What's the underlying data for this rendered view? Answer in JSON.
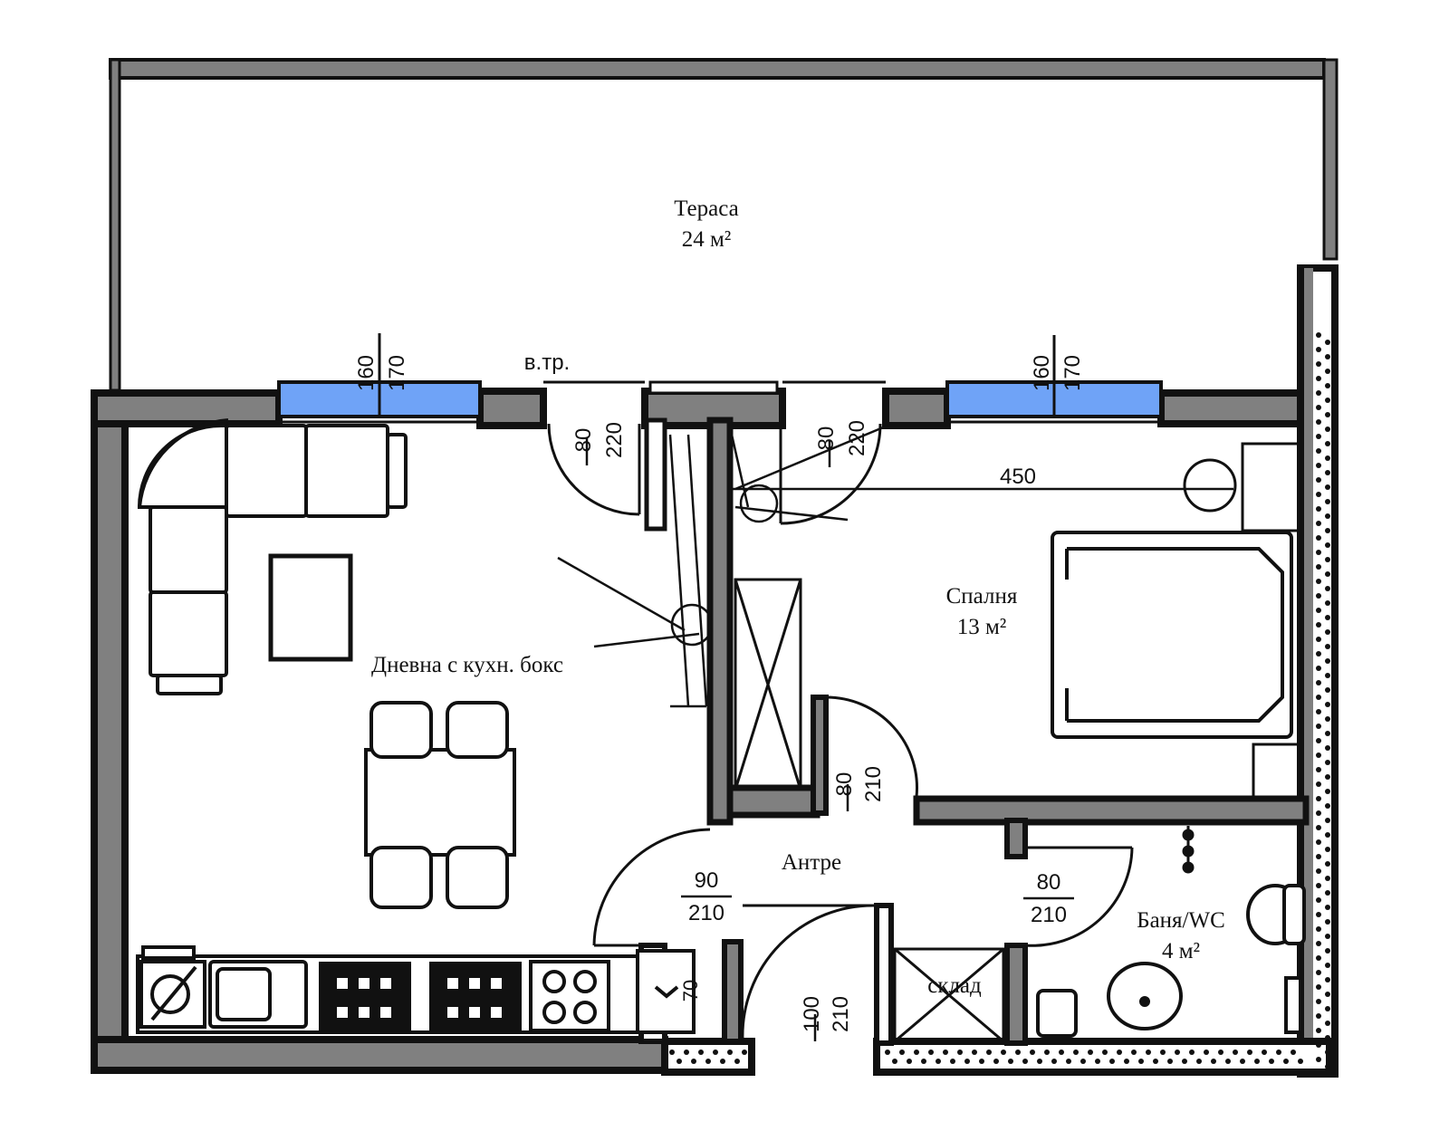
{
  "rooms": {
    "terrace": {
      "name": "Тераса",
      "area": "24 м²"
    },
    "living": {
      "name": "Дневна с кухн. бокс"
    },
    "bedroom": {
      "name": "Спалня",
      "area": "13 м²"
    },
    "hall": {
      "name": "Антре"
    },
    "bath": {
      "name": "Баня/WC",
      "area": "4 м²"
    },
    "storage": {
      "name": "склад"
    }
  },
  "labels": {
    "shaft": "в.тр.",
    "bedroom_width": "450",
    "window_left": {
      "width": "160",
      "height": "170"
    },
    "window_right": {
      "width": "160",
      "height": "170"
    },
    "door_living_terrace": {
      "width": "80",
      "height": "220"
    },
    "door_bedroom_terrace": {
      "width": "80",
      "height": "220"
    },
    "door_bedroom": {
      "width": "80",
      "height": "210"
    },
    "door_living": {
      "width": "90",
      "height": "210"
    },
    "door_bath": {
      "width": "80",
      "height": "210"
    },
    "door_entrance": {
      "width": "100",
      "height": "210"
    },
    "fridge": "70"
  },
  "colors": {
    "wall_outer": "#111111",
    "wall_fill": "#808080",
    "glass": "#6fa3f7",
    "line": "#111111"
  }
}
